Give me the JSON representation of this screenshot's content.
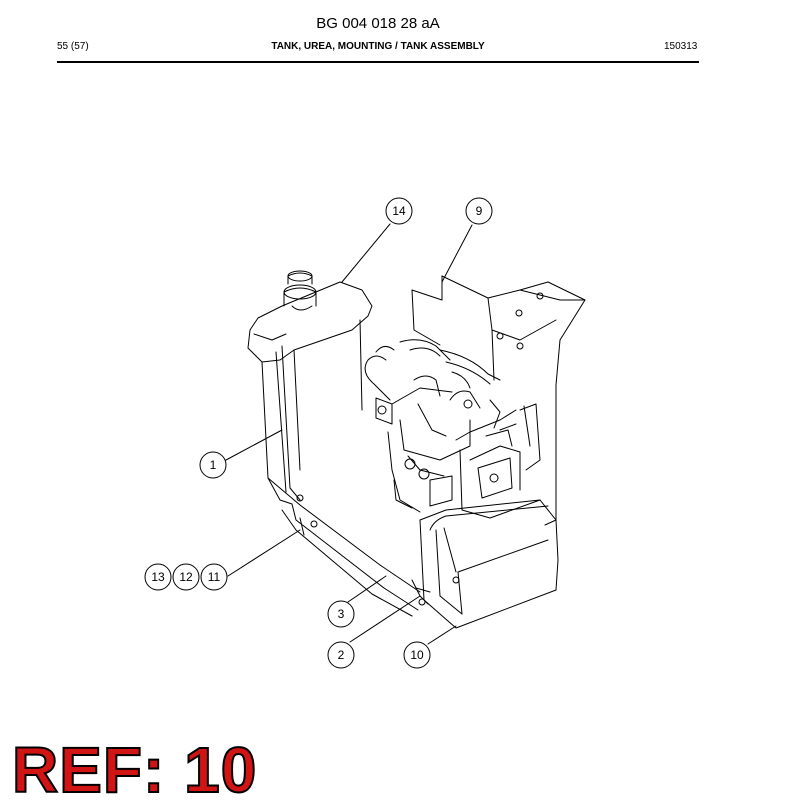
{
  "header": {
    "doc_number": "BG 004 018 28 aA",
    "page": "55 (57)",
    "title": "TANK, UREA, MOUNTING / TANK ASSEMBLY",
    "date_code": "150313"
  },
  "callouts": [
    {
      "id": "c14",
      "label": "14"
    },
    {
      "id": "c9",
      "label": "9"
    },
    {
      "id": "c1",
      "label": "1"
    },
    {
      "id": "c13",
      "label": "13"
    },
    {
      "id": "c12",
      "label": "12"
    },
    {
      "id": "c11",
      "label": "11"
    },
    {
      "id": "c3",
      "label": "3"
    },
    {
      "id": "c2",
      "label": "2"
    },
    {
      "id": "c10",
      "label": "10"
    }
  ],
  "ref_stamp": "REF: 10",
  "colors": {
    "stamp_fill": "#d11414",
    "stamp_outline": "#000000",
    "line": "#000000"
  }
}
